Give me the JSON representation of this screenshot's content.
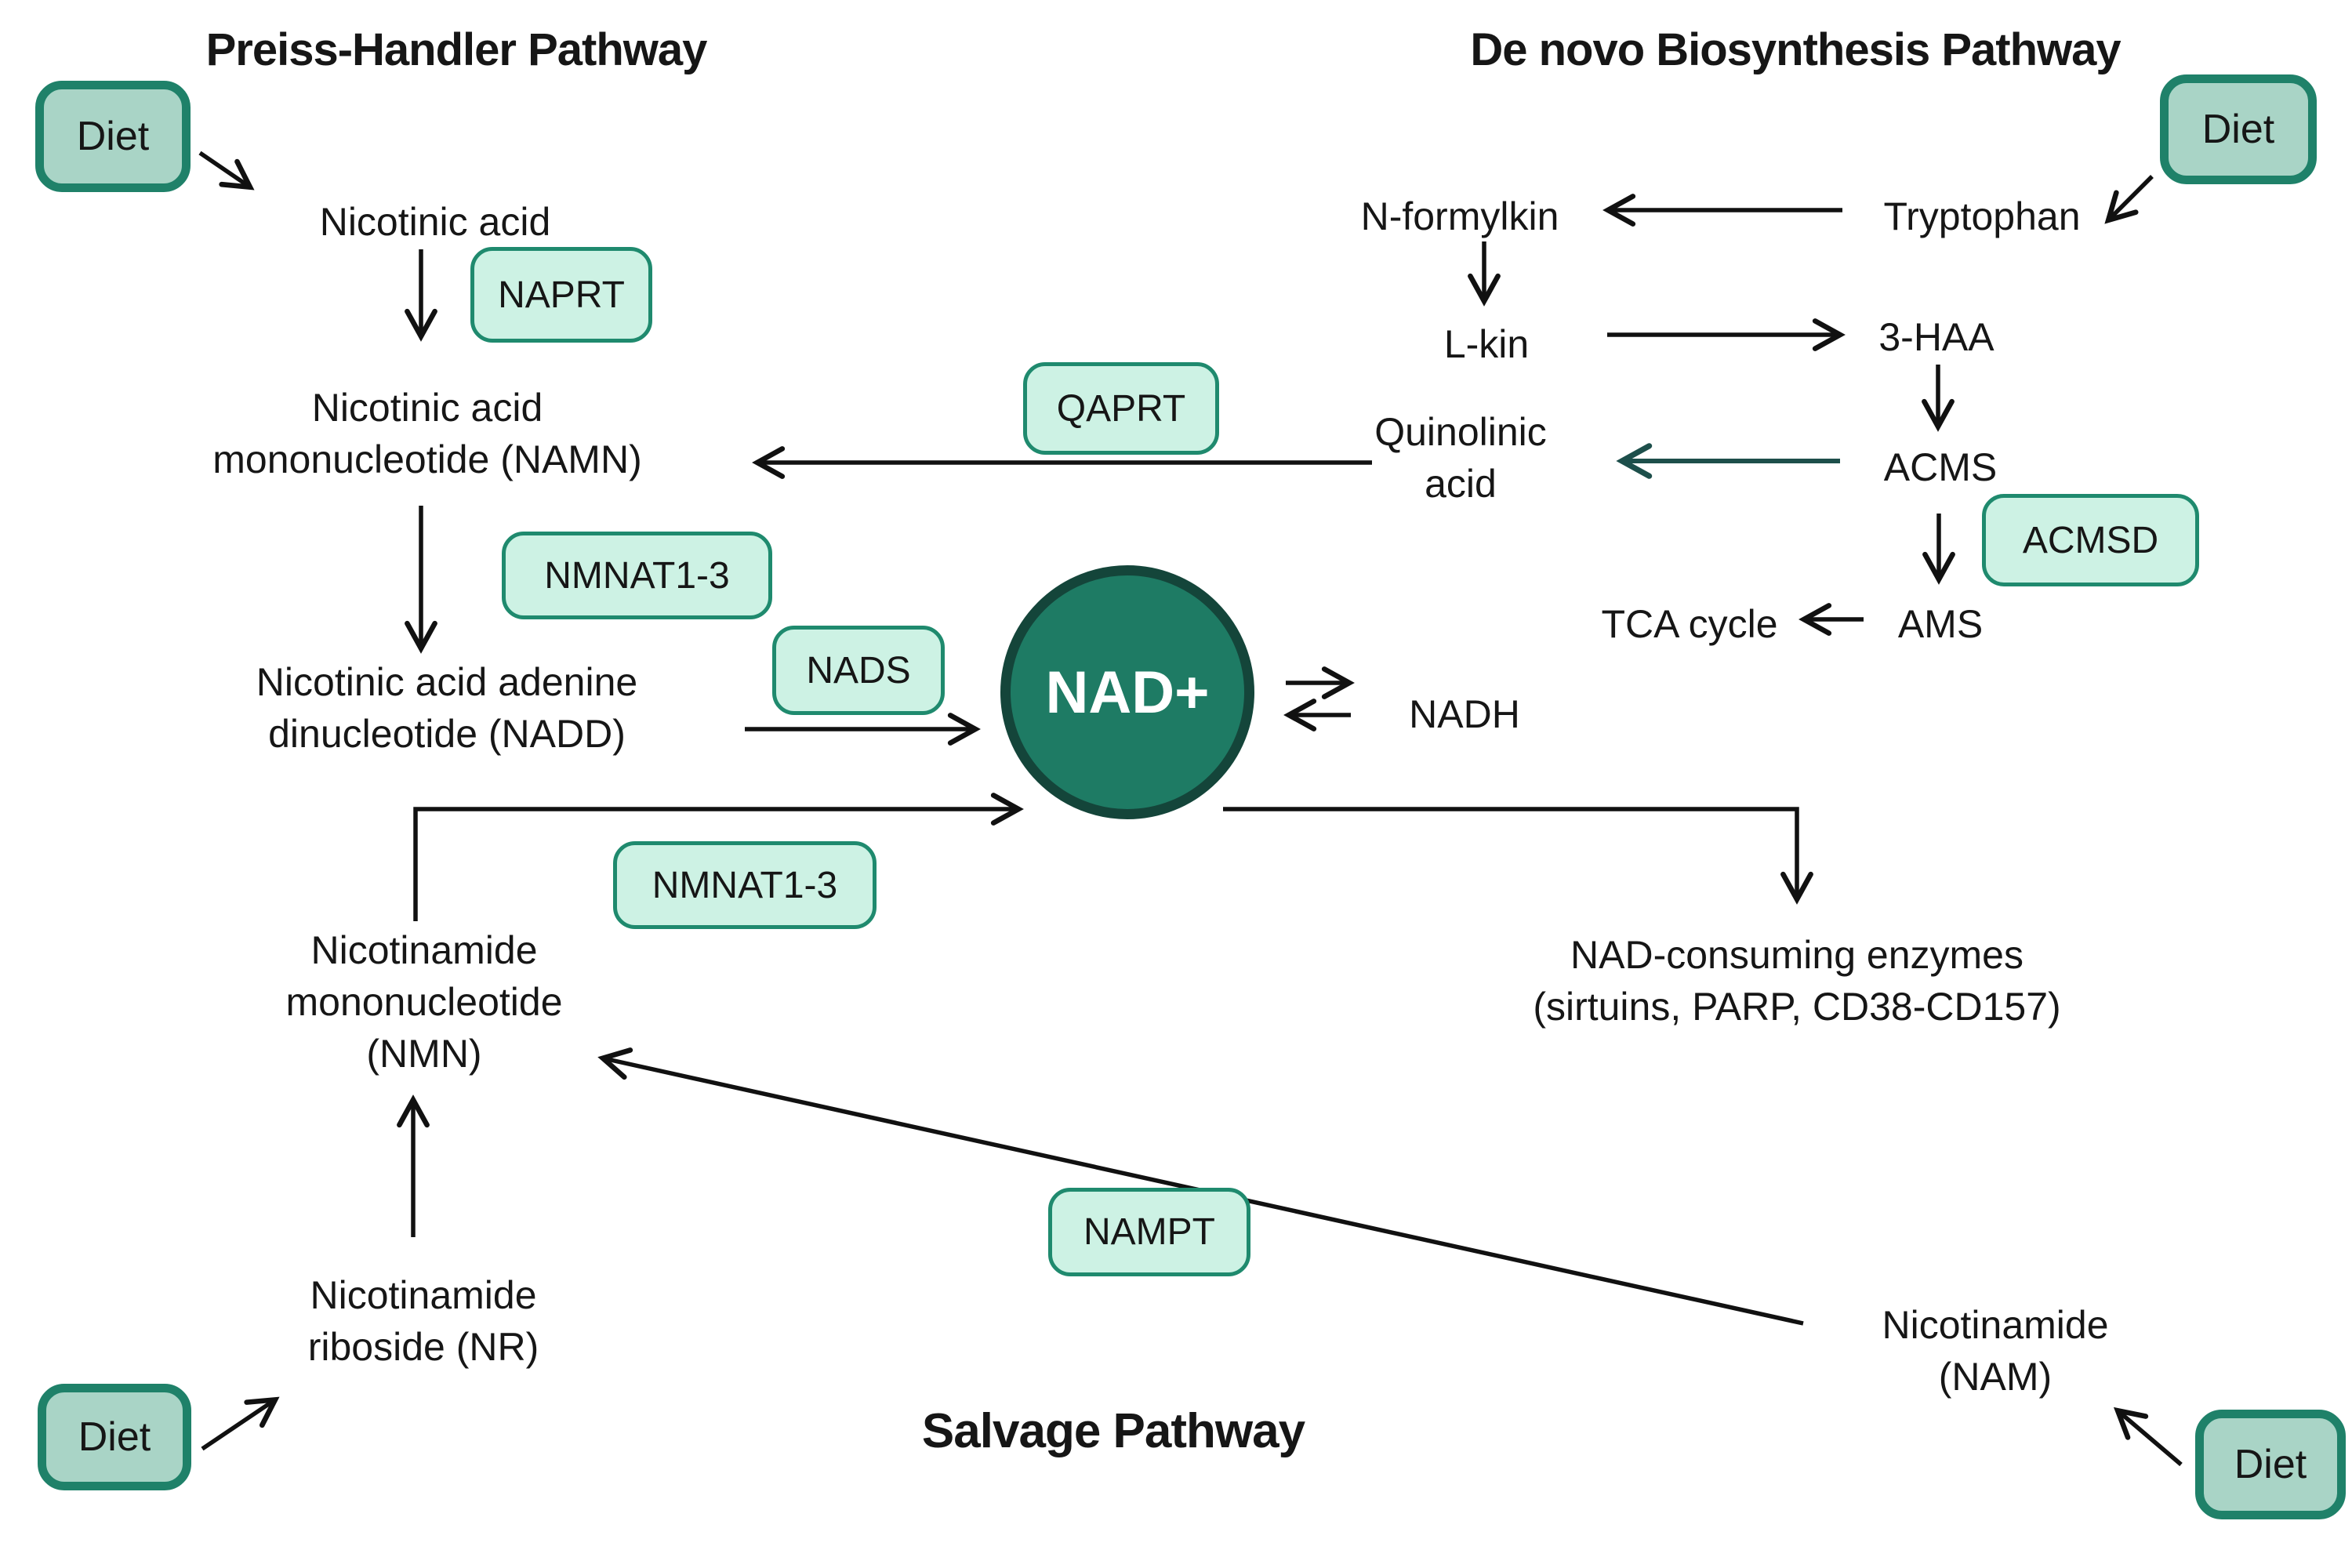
{
  "titles": {
    "preiss": "Preiss-Handler Pathway",
    "denovo": "De novo Biosynthesis Pathway",
    "salvage": "Salvage Pathway"
  },
  "diet": {
    "label": "Diet"
  },
  "nodes": {
    "nicotinic_acid": {
      "label": "Nicotinic acid"
    },
    "namn": {
      "lines": [
        "Nicotinic acid",
        "mononucleotide (NAMN)"
      ]
    },
    "nadd": {
      "lines": [
        "Nicotinic acid adenine",
        "dinucleotide (NADD)"
      ]
    },
    "nad": {
      "label": "NAD+"
    },
    "nadh": {
      "label": "NADH"
    },
    "tryptophan": {
      "label": "Tryptophan"
    },
    "n_formylkin": {
      "label": "N-formylkin"
    },
    "l_kin": {
      "label": "L-kin"
    },
    "haa": {
      "label": "3-HAA"
    },
    "acms": {
      "label": "ACMS"
    },
    "quinolinic": {
      "lines": [
        "Quinolinic",
        "acid"
      ]
    },
    "ams": {
      "label": "AMS"
    },
    "tca": {
      "label": "TCA cycle"
    },
    "nad_consuming": {
      "lines": [
        "NAD-consuming enzymes",
        "(sirtuins, PARP, CD38-CD157)"
      ]
    },
    "nmn": {
      "lines": [
        "Nicotinamide",
        "mononucleotide",
        "(NMN)"
      ]
    },
    "nr": {
      "lines": [
        "Nicotinamide",
        "riboside (NR)"
      ]
    },
    "nam": {
      "lines": [
        "Nicotinamide",
        "(NAM)"
      ]
    }
  },
  "enzymes": {
    "naprt": "NAPRT",
    "qaprt": "QAPRT",
    "nmnat13_preiss": "NMNAT1-3",
    "nads": "NADS",
    "acmsd": "ACMSD",
    "nmnat13_salvage": "NMNAT1-3",
    "nampt": "NAMPT"
  },
  "edges": [
    {
      "from": "Diet",
      "to": "Nicotinic acid"
    },
    {
      "from": "Nicotinic acid",
      "to": "NAMN",
      "enzyme": "NAPRT"
    },
    {
      "from": "NAMN",
      "to": "NADD",
      "enzyme": "NMNAT1-3"
    },
    {
      "from": "NADD",
      "to": "NAD+",
      "enzyme": "NADS"
    },
    {
      "from": "Quinolinic acid",
      "to": "NAMN",
      "enzyme": "QAPRT"
    },
    {
      "from": "Diet",
      "to": "Tryptophan"
    },
    {
      "from": "Tryptophan",
      "to": "N-formylkin"
    },
    {
      "from": "N-formylkin",
      "to": "L-kin"
    },
    {
      "from": "L-kin",
      "to": "3-HAA"
    },
    {
      "from": "3-HAA",
      "to": "ACMS"
    },
    {
      "from": "ACMS",
      "to": "Quinolinic acid",
      "color": "teal"
    },
    {
      "from": "ACMS",
      "to": "AMS",
      "enzyme": "ACMSD"
    },
    {
      "from": "AMS",
      "to": "TCA cycle"
    },
    {
      "from": "NAD+",
      "to": "NADH",
      "reversible": true
    },
    {
      "from": "NMN",
      "to": "NAD+",
      "enzyme": "NMNAT1-3"
    },
    {
      "from": "NAD+",
      "to": "NAD-consuming enzymes"
    },
    {
      "from": "NR",
      "to": "NMN"
    },
    {
      "from": "NAM",
      "to": "NMN",
      "enzyme": "NAMPT"
    },
    {
      "from": "Diet",
      "to": "NR"
    },
    {
      "from": "Diet",
      "to": "NAM"
    }
  ],
  "colors": {
    "nad_fill": "#1e7b64",
    "nad_border": "#14453a",
    "diet_fill": "#a9d4c6",
    "diet_border": "#1f8169",
    "enzyme_fill": "#cdf2e4",
    "enzyme_border": "#1f8a6e",
    "teal_arrow": "#1d4f4b",
    "arrow": "#111111",
    "text": "#161616"
  }
}
